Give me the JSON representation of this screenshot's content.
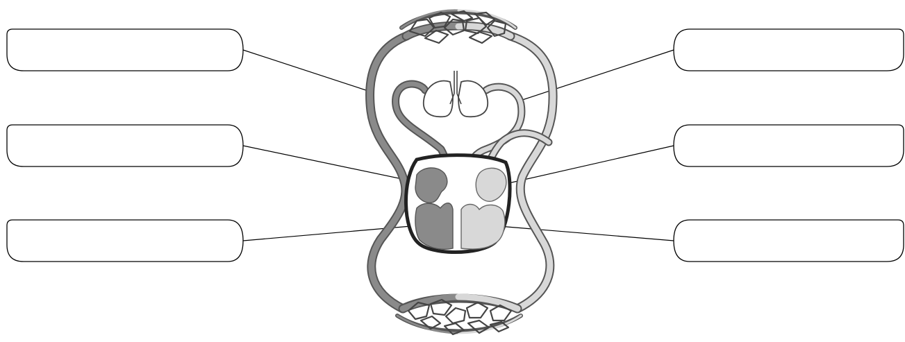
{
  "labels": [
    {
      "id": "top-left",
      "text": ""
    },
    {
      "id": "middle-left",
      "text": ""
    },
    {
      "id": "bottom-left",
      "text": ""
    },
    {
      "id": "top-right",
      "text": ""
    },
    {
      "id": "middle-right",
      "text": ""
    },
    {
      "id": "bottom-right",
      "text": ""
    }
  ],
  "colors": {
    "deoxygenated_blood": "#8a8a8a",
    "oxygenated_blood": "#d8d8d8",
    "vessel_outline": "#555555",
    "heart_wall": "#222222"
  }
}
